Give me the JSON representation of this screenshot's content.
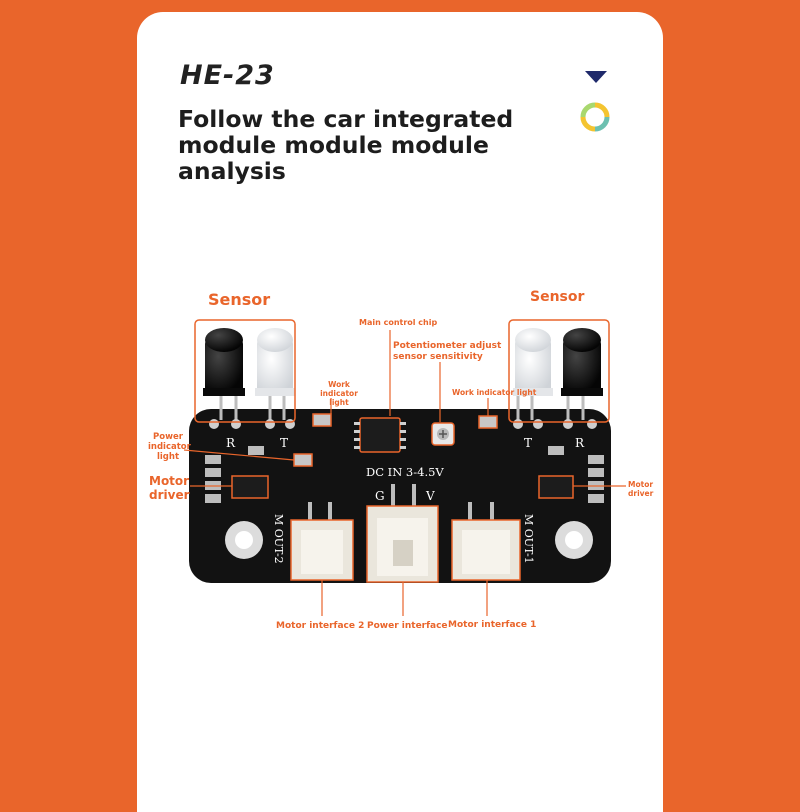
{
  "header": {
    "model": "HE-23",
    "title": "Follow the car integrated module module module analysis"
  },
  "labels": {
    "sensor_left": "Sensor",
    "sensor_right": "Sensor",
    "main_chip": "Main control chip",
    "potentiometer": "Potentiometer adjust sensor sensitivity",
    "work_light_left": "Work indicator light",
    "work_light_right": "Work indicator light",
    "power_light": "Power indicator light",
    "motor_driver_left": "Motor driver",
    "motor_driver_right": "Motor driver",
    "motor_interface_2": "Motor interface 2",
    "power_interface": "Power interface",
    "motor_interface_1": "Motor interface 1"
  },
  "silkscreen": {
    "r_left": "R",
    "t_left": "T",
    "t_right": "T",
    "r_right": "R",
    "dc_in": "DC IN 3-4.5V",
    "g": "G",
    "v": "V",
    "m_out_2": "M OUT-2",
    "m_out_1": "M OUT-1"
  },
  "colors": {
    "accent": "#e9652b",
    "board": "#111111",
    "background": "#ffffff"
  },
  "icons": [
    "triangle-down-icon",
    "loading-ring-icon"
  ]
}
